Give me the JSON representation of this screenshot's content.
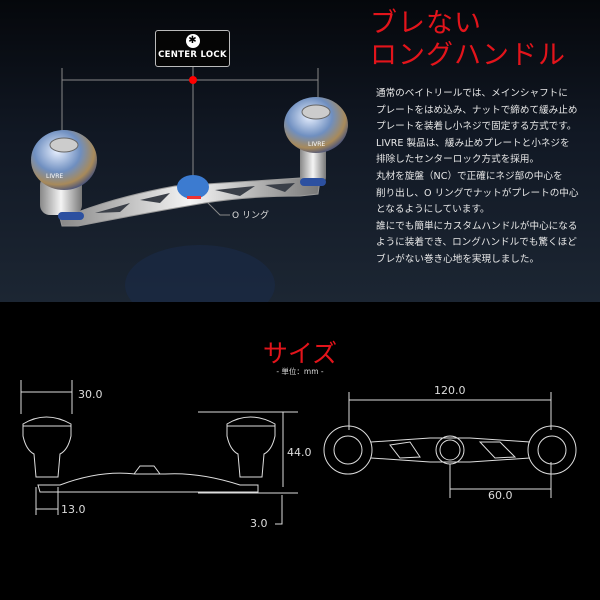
{
  "headline": {
    "line1": "ブレない",
    "line2": "ロングハンドル"
  },
  "description": "通常のベイトリールでは、メインシャフトに\nプレートをはめ込み、ナットで締めて緩み止め\nプレートを装着し小ネジで固定する方式です。\nLIVRE 製品は、緩み止めプレートと小ネジを\n排除したセンターロック方式を採用。\n丸材を旋盤（NC）で正確にネジ部の中心を\n削り出し、O リングでナットがプレートの中心\nとなるようにしています。\n誰にでも簡単にカスタムハンドルが中心になる\nように装着でき、ロングハンドルでも驚くほど\nブレがない巻き心地を実現しました。",
  "badge": {
    "label": "CENTER LOCK",
    "icon": "torx-star-icon"
  },
  "callout": "O リング",
  "knob_brand": "LIVRE",
  "size_section": {
    "title": "サイズ",
    "unit": "- 単位：mm -"
  },
  "dimensions": {
    "knob_width": "30.0",
    "knob_height": "44.0",
    "shaft": "13.0",
    "offset": "3.0",
    "total_length": "120.0",
    "half_length": "60.0"
  },
  "colors": {
    "accent": "#e3141b",
    "knob_blue": "#4a78c8"
  }
}
